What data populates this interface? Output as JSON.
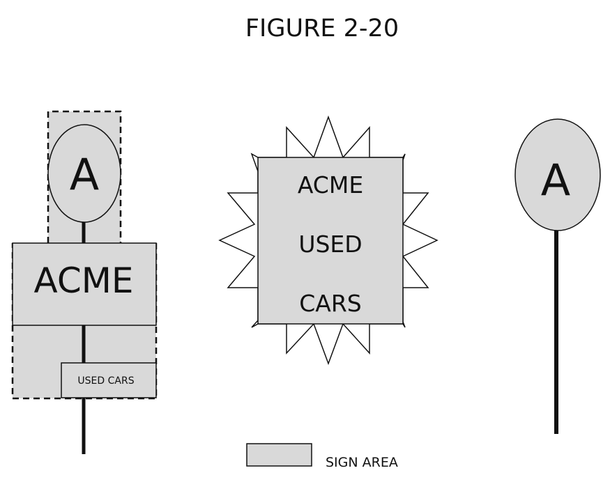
{
  "title": "FIGURE 2-20",
  "colors": {
    "sign_area_fill": "#d9d9d9",
    "stroke": "#111111",
    "background": "#ffffff"
  },
  "signs": {
    "left": {
      "top_sign": "A",
      "middle_sign": "ACME",
      "bottom_sign": "USED CARS",
      "measured_area": "dashed outline enclosing all three sign faces"
    },
    "center": {
      "lines": [
        "ACME",
        "USED",
        "CARS"
      ],
      "measured_area": "rectangle excluding starburst points"
    },
    "right": {
      "sign": "A"
    }
  },
  "legend": {
    "label": "SIGN AREA"
  }
}
